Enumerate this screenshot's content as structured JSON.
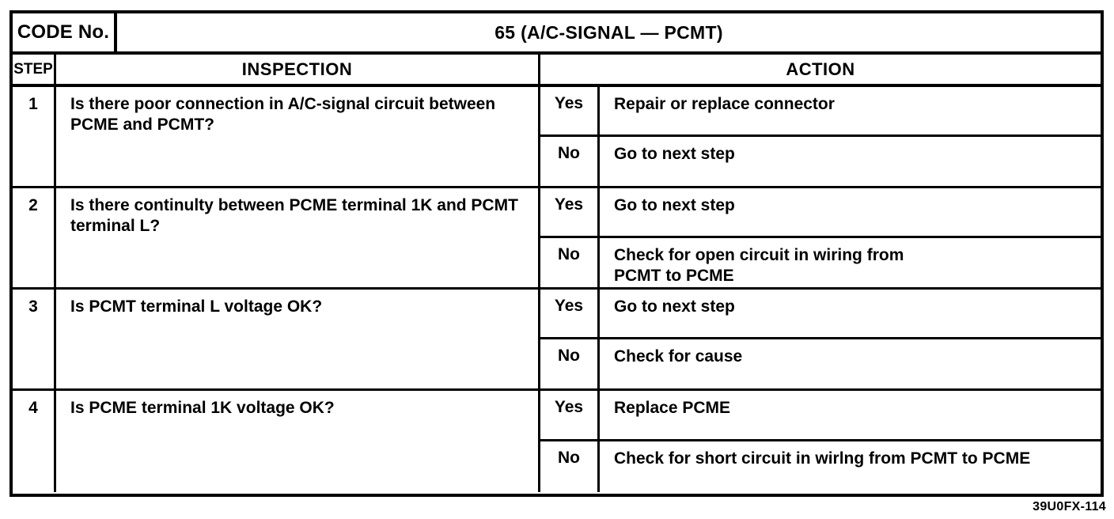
{
  "header": {
    "code_label": "CODE No.",
    "code_title": "65 (A/C-SIGNAL — PCMT)"
  },
  "columns": {
    "step": "STEP",
    "inspection": "INSPECTION",
    "action": "ACTION"
  },
  "rows": [
    {
      "step": "1",
      "inspection": "Is there poor connection in A/C-signal circuit between PCME and PCMT?",
      "branches": [
        {
          "label": "Yes",
          "action_line1": "Repair or replace connector",
          "action_line2": ""
        },
        {
          "label": "No",
          "action_line1": "Go to next step",
          "action_line2": ""
        }
      ]
    },
    {
      "step": "2",
      "inspection": "Is there continulty between PCME terminal 1K and PCMT terminal L?",
      "branches": [
        {
          "label": "Yes",
          "action_line1": "Go to next step",
          "action_line2": ""
        },
        {
          "label": "No",
          "action_line1": "Check for open circuit in wiring from",
          "action_line2": "PCMT to PCME"
        }
      ]
    },
    {
      "step": "3",
      "inspection": "Is PCMT terminal L voltage OK?",
      "branches": [
        {
          "label": "Yes",
          "action_line1": "Go to next step",
          "action_line2": ""
        },
        {
          "label": "No",
          "action_line1": "Check for cause",
          "action_line2": ""
        }
      ]
    },
    {
      "step": "4",
      "inspection": "Is PCME terminal 1K voltage OK?",
      "branches": [
        {
          "label": "Yes",
          "action_line1": "Replace PCME",
          "action_line2": ""
        },
        {
          "label": "No",
          "action_line1": "Check for short circuit in wirlng from PCMT to PCME",
          "action_line2": ""
        }
      ]
    }
  ],
  "footer": {
    "reference": "39U0FX-114"
  }
}
